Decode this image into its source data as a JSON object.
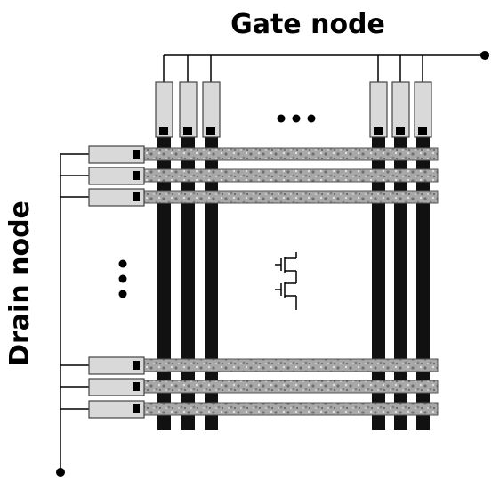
{
  "labels": {
    "gate": "Gate node",
    "drain": "Drain node"
  },
  "colors": {
    "line": "#000000",
    "pad_fill": "#d9d9d9",
    "pad_stroke": "#555555",
    "gate_bar": "#111111",
    "drain_bar": "#a6a6a6",
    "drain_bar_speckle": "#6e6e6e",
    "background": "#ffffff"
  },
  "structure": {
    "gate_electrodes_shown": 6,
    "drain_electrodes_shown": 6,
    "ellipsis_horizontal": "gate-ellipsis",
    "ellipsis_vertical": "drain-ellipsis",
    "center_symbol": "transistor-symbol"
  }
}
